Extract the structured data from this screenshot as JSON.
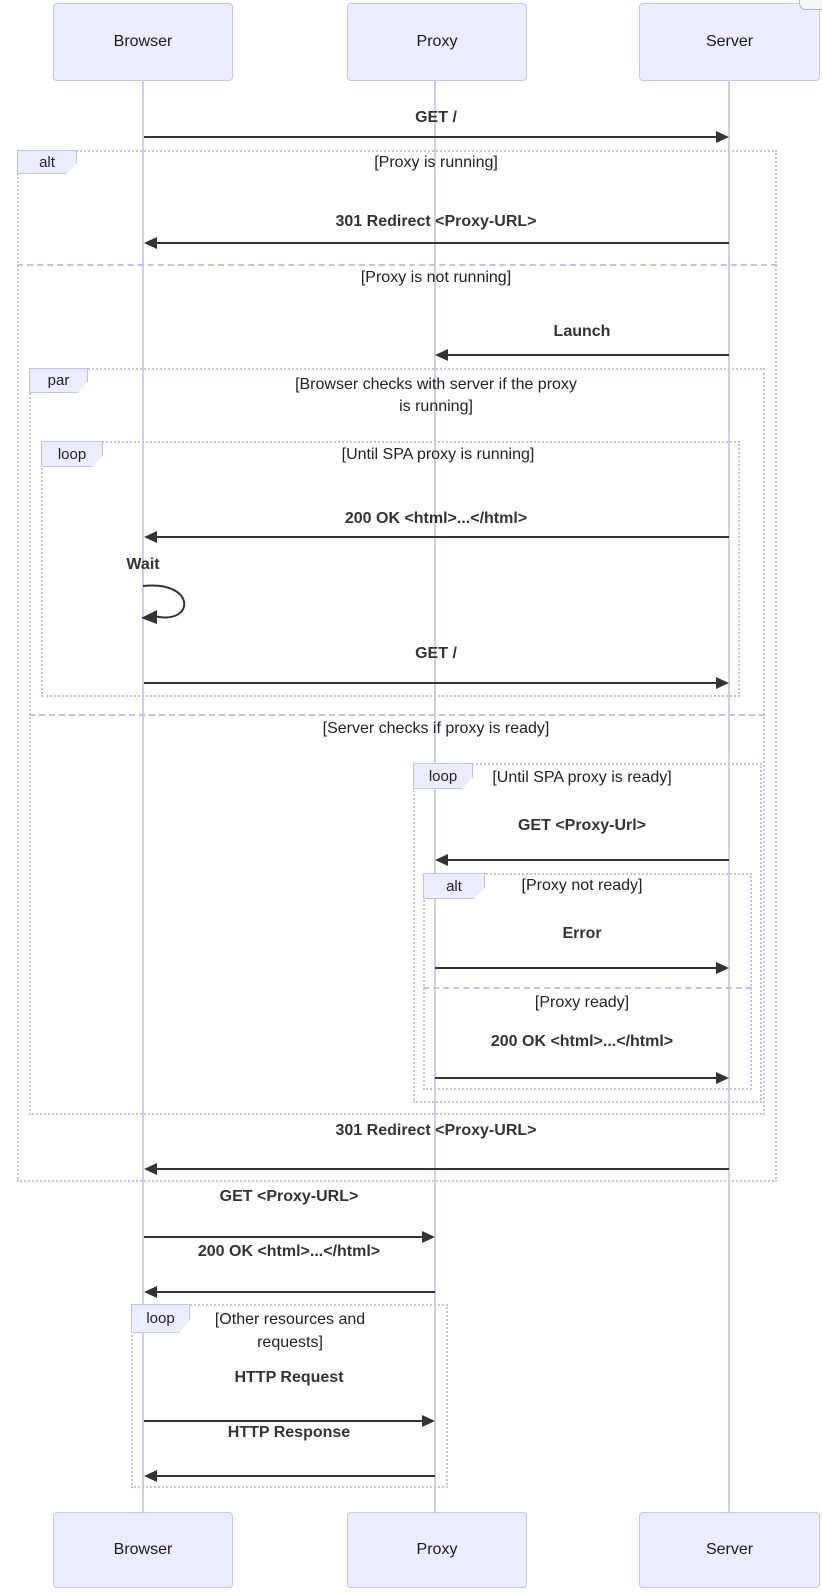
{
  "diagram_type": "sequence-diagram",
  "participants": {
    "browser": "Browser",
    "proxy": "Proxy",
    "server": "Server"
  },
  "frames": {
    "alt1": {
      "label": "alt",
      "section1": "[Proxy is running]",
      "section2": "[Proxy is not running]"
    },
    "par1": {
      "label": "par",
      "title_line1": "[Browser checks with server if the proxy",
      "title_line2": "is running]",
      "section2": "[Server checks if proxy is ready]"
    },
    "loop1": {
      "label": "loop",
      "title": "[Until SPA proxy is running]"
    },
    "loop2": {
      "label": "loop",
      "title": "[Until SPA proxy is ready]"
    },
    "alt2": {
      "label": "alt",
      "section1": "[Proxy not ready]",
      "section2": "[Proxy ready]"
    },
    "loop3": {
      "label": "loop",
      "title_line1": "[Other resources and",
      "title_line2": "requests]"
    }
  },
  "messages": {
    "m1": "GET /",
    "m2": "301 Redirect <Proxy-URL>",
    "m3": "Launch",
    "m4": "200 OK <html>...</html>",
    "m5": "Wait",
    "m6": "GET /",
    "m7": "GET <Proxy-Url>",
    "m8": "Error",
    "m9": "200 OK <html>...</html>",
    "m10": "301 Redirect <Proxy-URL>",
    "m11": "GET <Proxy-URL>",
    "m12": "200 OK <html>...</html>",
    "m13": "HTTP Request",
    "m14": "HTTP Response"
  },
  "colors": {
    "actor_fill": "#ececff",
    "actor_border": "#c9c4ea",
    "lifeline": "#cfccec",
    "frame_border": "#c6c0e8",
    "arrow": "#333333",
    "text": "#222222"
  }
}
